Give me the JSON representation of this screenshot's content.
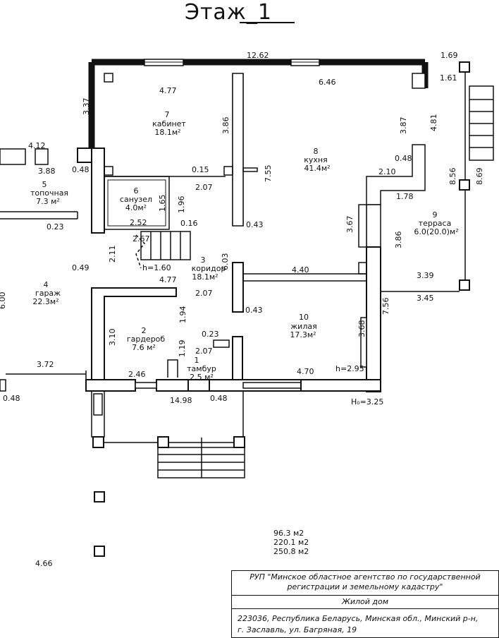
{
  "title": "Этаж_1",
  "rooms": [
    {
      "num": "7",
      "name": "кабинет",
      "area": "18.1м²"
    },
    {
      "num": "8",
      "name": "кухня",
      "area": "41.4м²"
    },
    {
      "num": "6",
      "name": "санузел",
      "area": "4.0м²"
    },
    {
      "num": "5",
      "name": "топочная",
      "area": "7.3 м²"
    },
    {
      "num": "4",
      "name": "гараж",
      "area": "22.3м²"
    },
    {
      "num": "3",
      "name": "коридор",
      "area": "18.1м²"
    },
    {
      "num": "9",
      "name": "терраса",
      "area": "6.0(20.0)м²"
    },
    {
      "num": "2",
      "name": "гардероб",
      "area": "7.6 м²"
    },
    {
      "num": "10",
      "name": "жилая",
      "area": "17.3м²"
    },
    {
      "num": "1",
      "name": "тамбур",
      "area": "2.5 м²"
    }
  ],
  "dims": {
    "d12_62": "12.62",
    "d1_69": "1.69",
    "d1_61": "1.61",
    "d6_46": "6.46",
    "d4_77a": "4.77",
    "d3_37": "3.37",
    "d3_86a": "3.86",
    "d3_87": "3.87",
    "d4_81": "4.81",
    "d4_12": "4.12",
    "d3_88": "3.88",
    "d0_48a": "0.48",
    "d0_48b": "0.48",
    "d7_55": "7.55",
    "d0_15": "0.15",
    "d2_07a": "2.07",
    "d2_10": "2.10",
    "d8_56": "8.56",
    "d8_69": "8.69",
    "d1_78": "1.78",
    "d1_65": "1.65",
    "d1_96": "1.96",
    "d0_23a": "0.23",
    "d2_52": "2.52",
    "d0_16": "0.16",
    "d0_43a": "0.43",
    "d3_67": "3.67",
    "d3_86b": "3.86",
    "d2_67": "2.67",
    "d0_49": "0.49",
    "d2_11": "2.11",
    "h1_60": "h=1.60",
    "d6_03": "6.03",
    "d4_40": "4.40",
    "d3_39": "3.39",
    "d4_77b": "4.77",
    "d3_45": "3.45",
    "d6_00": "6.00",
    "d2_07b": "2.07",
    "d1_94": "1.94",
    "d0_43b": "0.43",
    "d7_56": "7.56",
    "d3_10": "3.10",
    "d3_68": "3.68",
    "d0_23b": "0.23",
    "d2_07c": "2.07",
    "d1_19": "1.19",
    "d3_72": "3.72",
    "d2_46": "2.46",
    "d4_70": "4.70",
    "h2_95": "h=2.95",
    "d14_98": "14.98",
    "d0_48c": "0.48",
    "d0_48d": "0.48",
    "h0_325": "Н₀=3.25",
    "d4_66": "4.66"
  },
  "areas": [
    "96.3 м2",
    "220.1 м2",
    "250.8 м2"
  ],
  "stamp": {
    "org_line1": "РУП \"Минское областное агентство по государственной",
    "org_line2": "регистрации и земельному кадастру\"",
    "building": "Жилой дом",
    "addr_line1": "223036, Республика Беларусь, Минская обл., Минский р-н,",
    "addr_line2": "г. Заславль, ул. Багряная, 19"
  }
}
